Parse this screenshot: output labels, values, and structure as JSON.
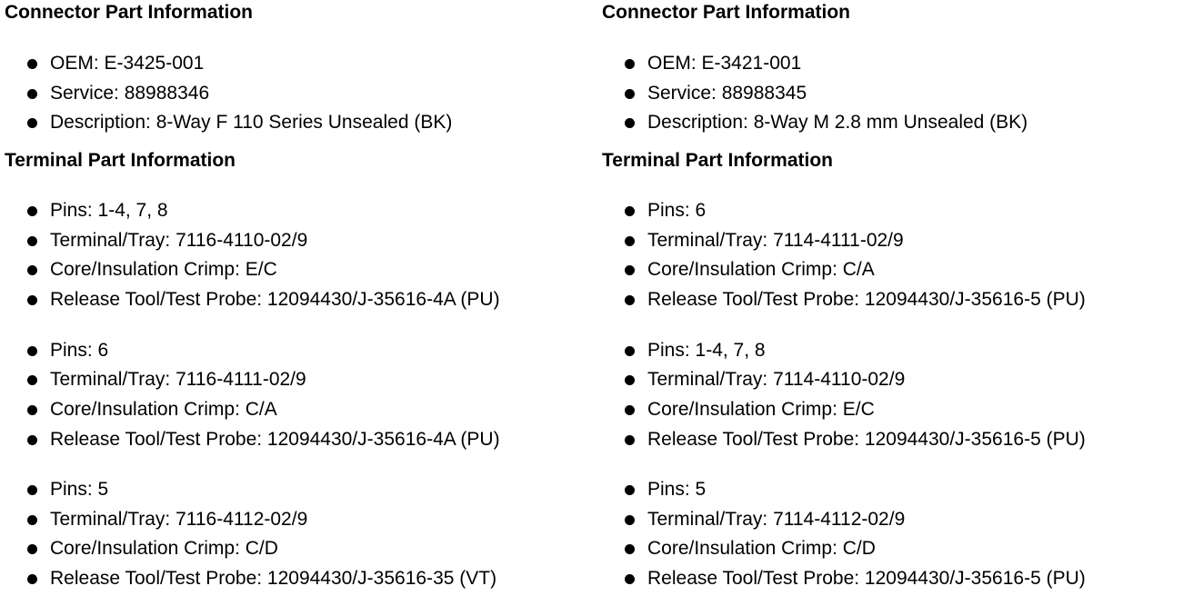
{
  "columns": [
    {
      "connector_heading": "Connector Part Information",
      "connector_items": [
        "OEM: E-3425-001",
        "Service: 88988346",
        "Description: 8-Way F 110 Series Unsealed (BK)"
      ],
      "terminal_heading": "Terminal Part Information",
      "terminal_groups": [
        [
          "Pins: 1-4, 7, 8",
          "Terminal/Tray: 7116-4110-02/9",
          "Core/Insulation Crimp: E/C",
          "Release Tool/Test Probe: 12094430/J-35616-4A (PU)"
        ],
        [
          "Pins: 6",
          "Terminal/Tray: 7116-4111-02/9",
          "Core/Insulation Crimp: C/A",
          "Release Tool/Test Probe: 12094430/J-35616-4A (PU)"
        ],
        [
          "Pins: 5",
          "Terminal/Tray: 7116-4112-02/9",
          "Core/Insulation Crimp: C/D",
          "Release Tool/Test Probe: 12094430/J-35616-35 (VT)"
        ]
      ]
    },
    {
      "connector_heading": "Connector Part Information",
      "connector_items": [
        "OEM: E-3421-001",
        "Service: 88988345",
        "Description: 8-Way M 2.8 mm Unsealed (BK)"
      ],
      "terminal_heading": "Terminal Part Information",
      "terminal_groups": [
        [
          "Pins: 6",
          "Terminal/Tray: 7114-4111-02/9",
          "Core/Insulation Crimp: C/A",
          "Release Tool/Test Probe: 12094430/J-35616-5 (PU)"
        ],
        [
          "Pins: 1-4, 7, 8",
          "Terminal/Tray: 7114-4110-02/9",
          "Core/Insulation Crimp: E/C",
          "Release Tool/Test Probe: 12094430/J-35616-5 (PU)"
        ],
        [
          "Pins: 5",
          "Terminal/Tray: 7114-4112-02/9",
          "Core/Insulation Crimp: C/D",
          "Release Tool/Test Probe: 12094430/J-35616-5 (PU)"
        ]
      ]
    }
  ]
}
